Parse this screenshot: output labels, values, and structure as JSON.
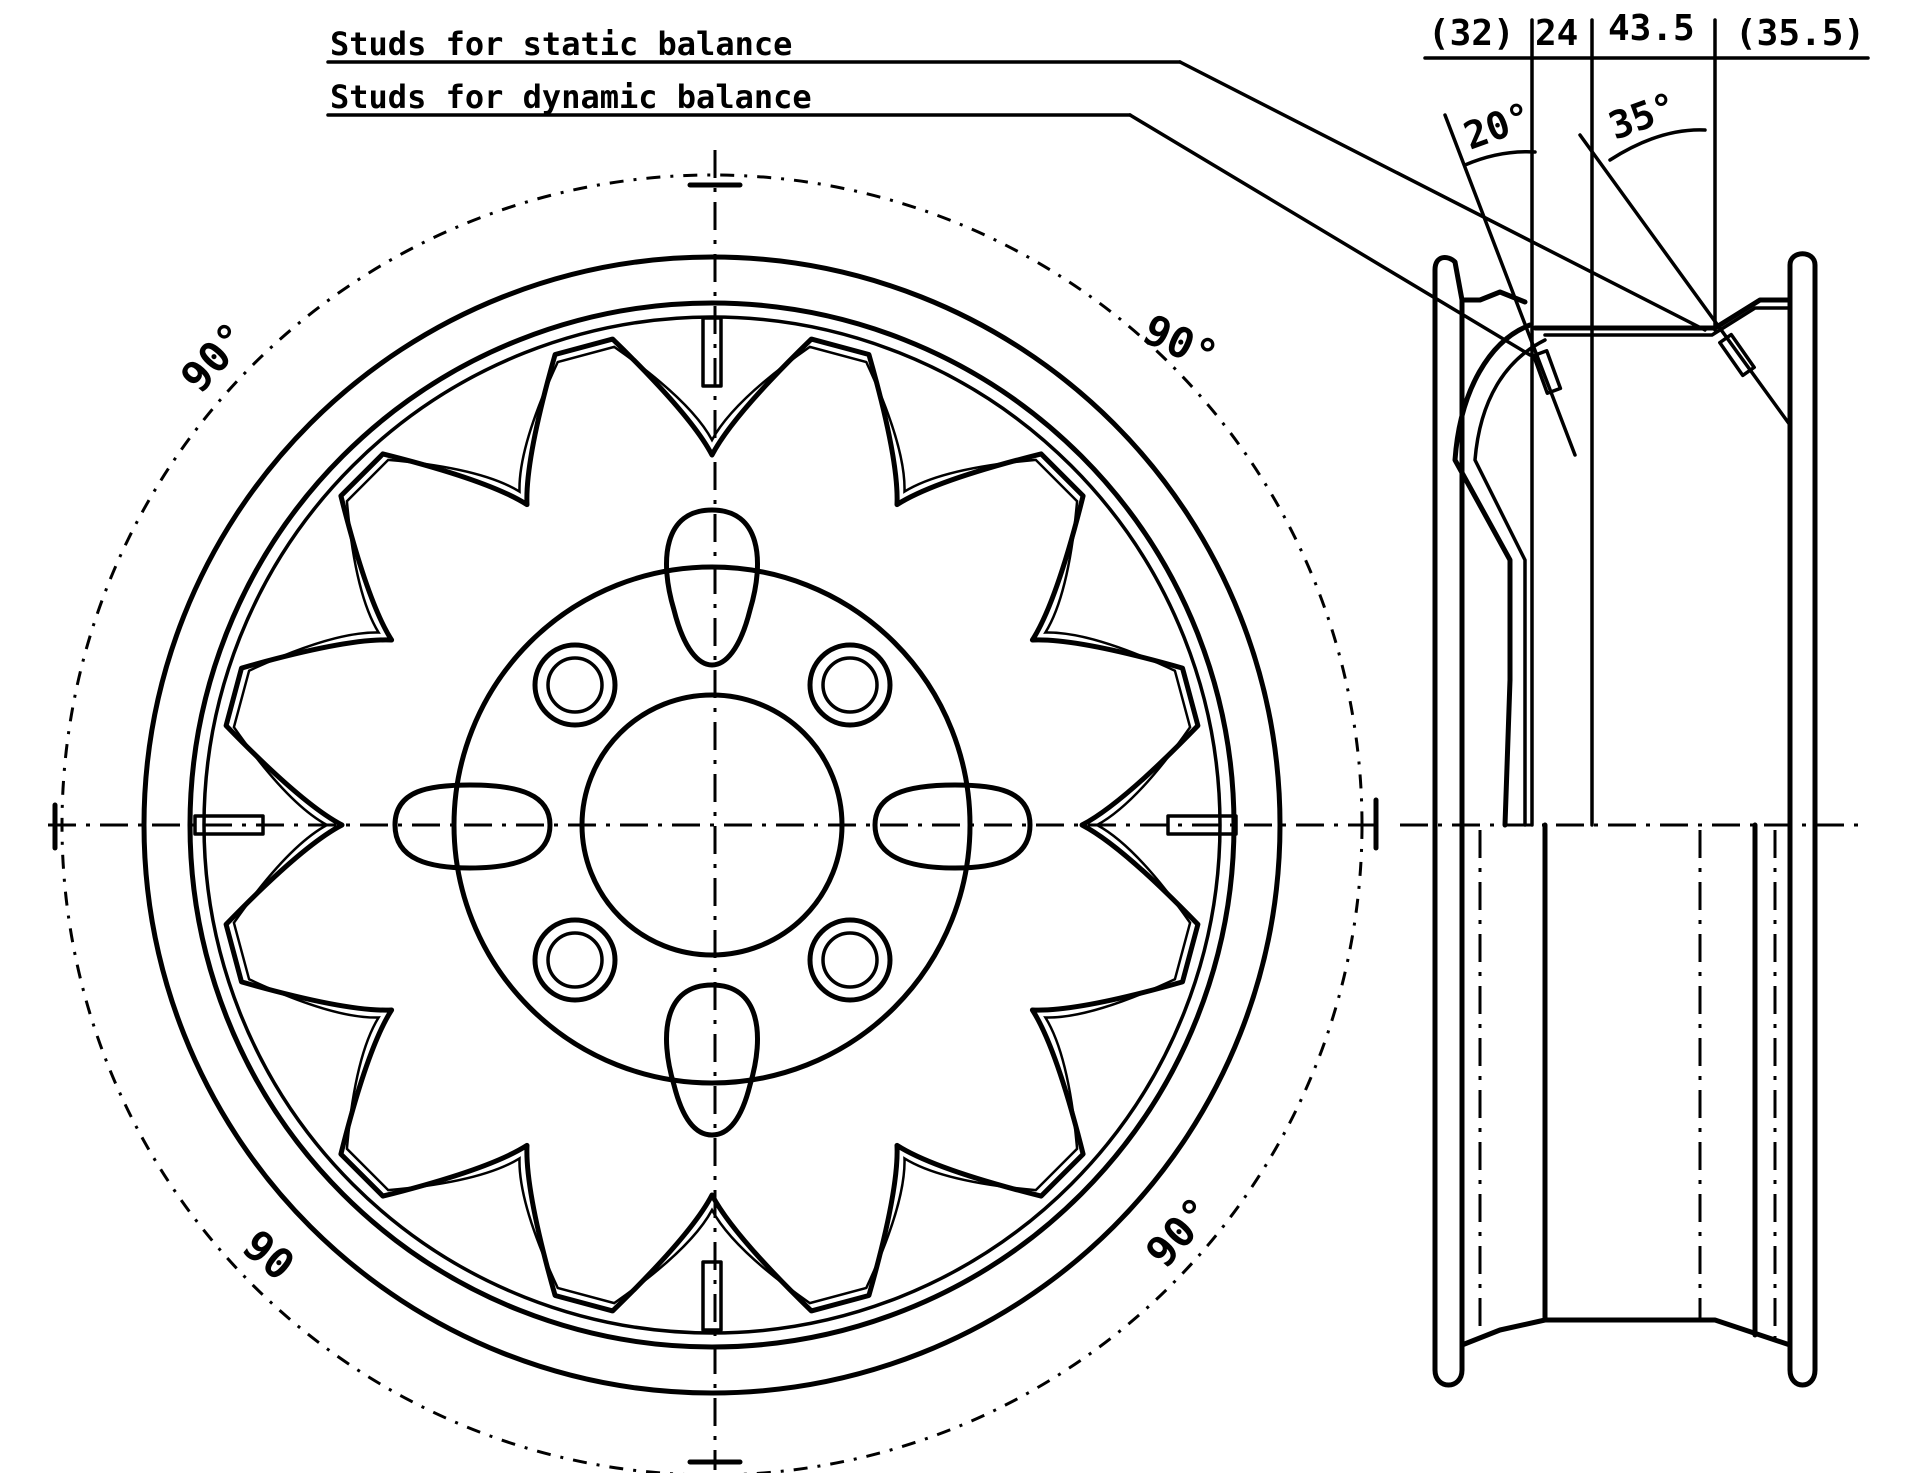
{
  "labels": {
    "static_balance": "Studs for static balance",
    "dynamic_balance": "Studs for dynamic balance"
  },
  "angles": {
    "top_left": "90°",
    "top_right": "90°",
    "bottom_left": "90",
    "bottom_right": "90°"
  },
  "dimensions": {
    "d1": "(32)",
    "d2": "24",
    "d3": "43.5",
    "d4": "(35.5)",
    "angle_left": "20°",
    "angle_right": "35°"
  }
}
